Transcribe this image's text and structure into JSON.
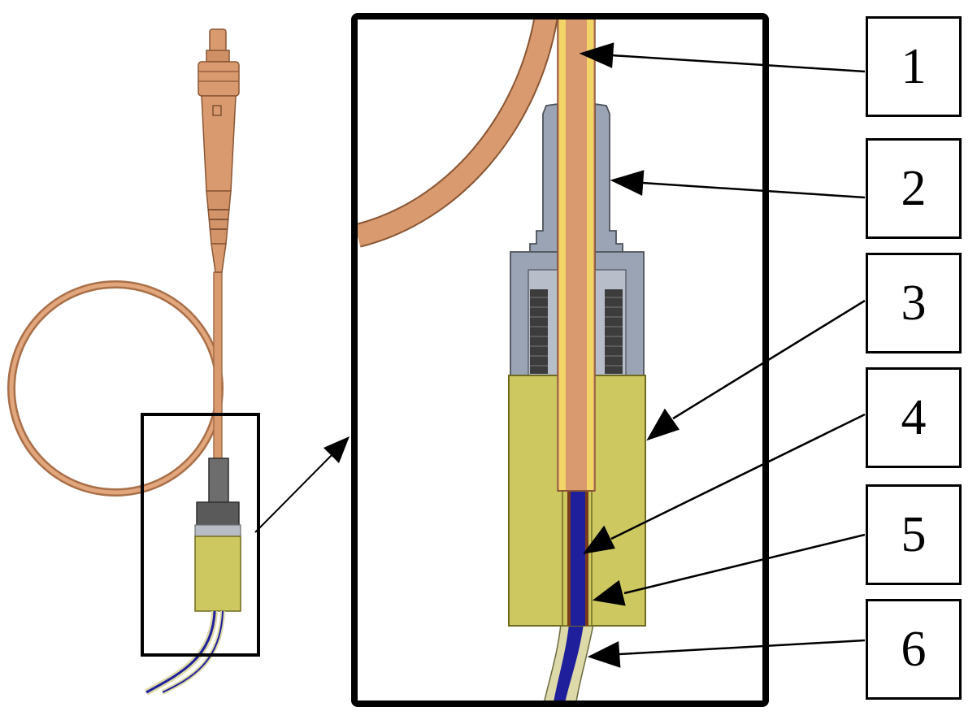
{
  "labels": [
    "1",
    "2",
    "3",
    "4",
    "5",
    "6"
  ],
  "colors": {
    "copper": "#d89a6e",
    "copper_dark": "#b0744a",
    "gold_stripe": "#f3d467",
    "steel": "#9ba4b4",
    "steel_dark": "#5e6470",
    "thread": "#3c3c3c",
    "housing": "#cdc860",
    "housing_dark": "#8f8a32",
    "fiber_core": "#1f1f9c",
    "fiber_jacket": "#ddd9a8",
    "outline": "#000000"
  }
}
